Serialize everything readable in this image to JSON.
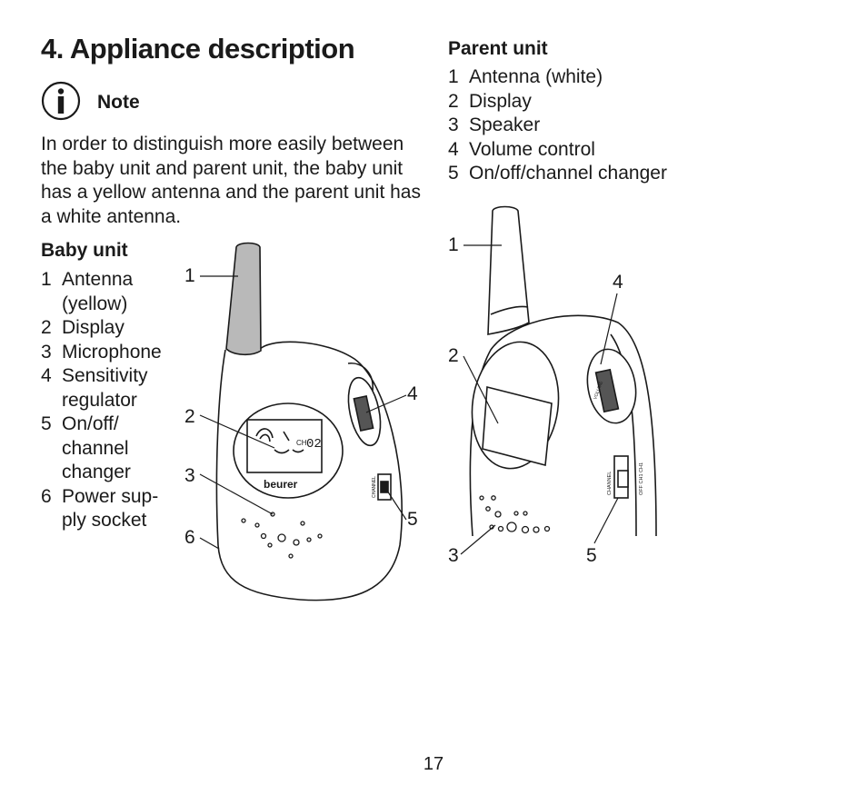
{
  "title": "4. Appliance description",
  "note": {
    "icon": "info-icon",
    "label": "Note",
    "text": "In order to distinguish more easily between the baby unit and parent unit, the baby unit has a yellow antenna and the parent unit has a white antenna."
  },
  "baby_unit": {
    "heading": "Baby unit",
    "items": [
      {
        "num": "1",
        "text": "Antenna (yellow)"
      },
      {
        "num": "2",
        "text": "Display"
      },
      {
        "num": "3",
        "text": "Microphone"
      },
      {
        "num": "4",
        "text": "Sensitivity regulator"
      },
      {
        "num": "5",
        "text": "On/off/ channel changer"
      },
      {
        "num": "6",
        "text": "Power sup-ply socket"
      }
    ],
    "callouts": [
      "1",
      "2",
      "3",
      "4",
      "5",
      "6"
    ],
    "device_brand": "beurer",
    "display_channel": "CH",
    "display_digits": "02",
    "switch_label": "CHANNEL"
  },
  "parent_unit": {
    "heading": "Parent unit",
    "items": [
      {
        "num": "1",
        "text": "Antenna (white)"
      },
      {
        "num": "2",
        "text": "Display"
      },
      {
        "num": "3",
        "text": "Speaker"
      },
      {
        "num": "4",
        "text": "Volume control"
      },
      {
        "num": "5",
        "text": "On/off/channel changer"
      }
    ],
    "callouts": [
      "1",
      "2",
      "3",
      "4",
      "5"
    ],
    "switch_label": "CHANNEL",
    "switch_positions": "OFF CH1 CH1",
    "dial_label": "VOLUME"
  },
  "page_number": "17",
  "colors": {
    "text": "#1a1a1a",
    "antenna_yellow_print": "#b9b9b9"
  }
}
